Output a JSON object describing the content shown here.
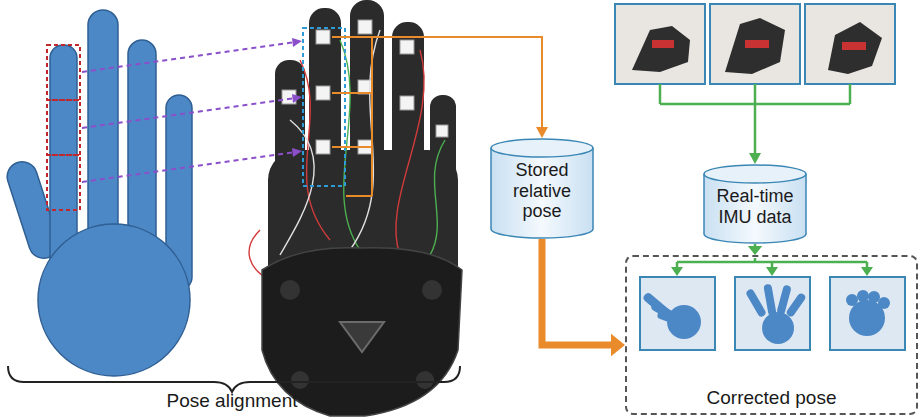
{
  "diagram": {
    "nodes": [
      {
        "text": [
          "Stored relative pose"
        ]
      },
      {
        "text": [
          "Real-time IMU data"
        ]
      },
      {
        "text": [
          "Corrected pose"
        ]
      }
    ],
    "edges": [
      {
        "from": 0,
        "to": 2,
        "arrow": "to"
      },
      {
        "from": 1,
        "to": 2,
        "arrow": "to"
      }
    ],
    "labels": [
      "Pose alignment"
    ]
  }
}
